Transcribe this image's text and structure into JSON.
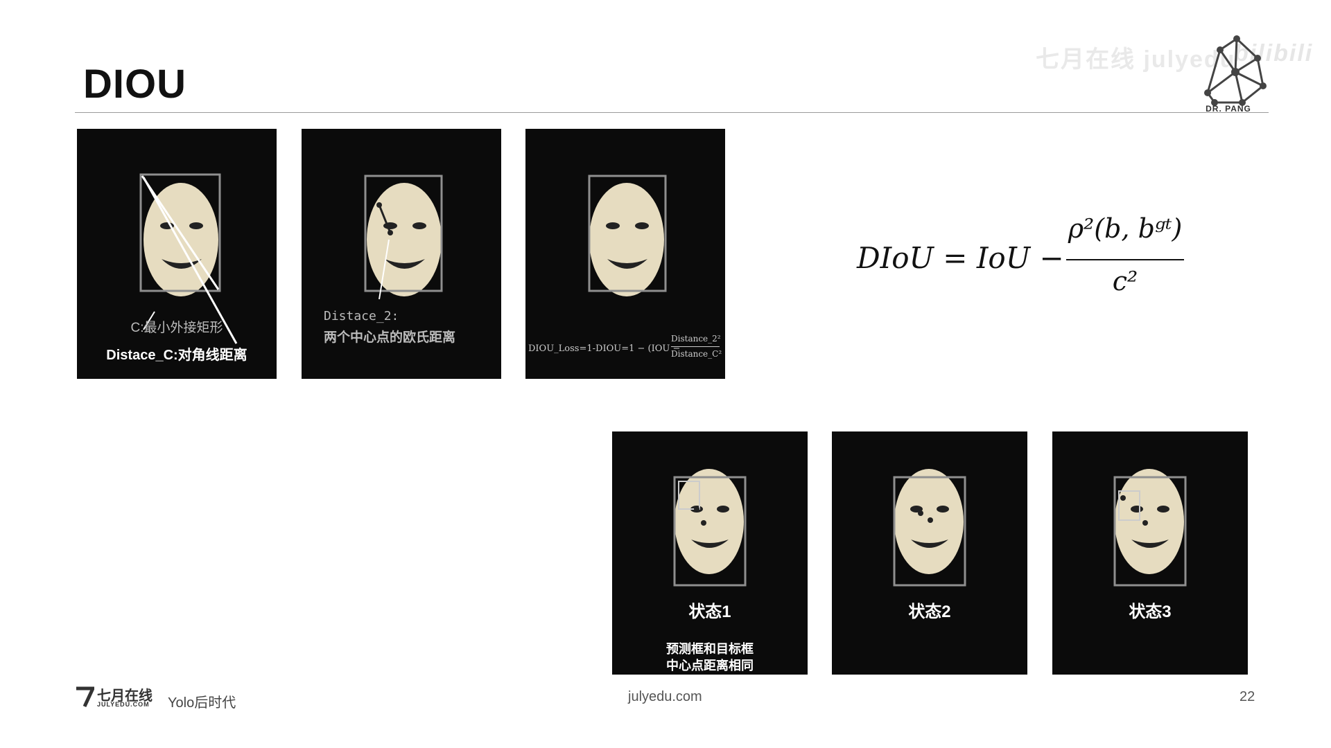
{
  "slide": {
    "title": "DIOU",
    "logo_text": "DR. PANG",
    "watermark_left": "七月在线 julyedu",
    "watermark_right": "bilibili"
  },
  "panels_top": [
    {
      "caption1": "C:最小外接矩形",
      "caption2": "Distace_C:对角线距离"
    },
    {
      "caption1": "Distace_2:",
      "caption2": "两个中心点的欧氏距离"
    },
    {
      "caption1": "DIOU_Loss=1-DIOU=1 − (IOU −",
      "num": "Distance_2²",
      "den": "Distance_C²"
    }
  ],
  "panels_bottom": [
    {
      "state": "状态1",
      "note1": "预测框和目标框",
      "note2": "中心点距离相同"
    },
    {
      "state": "状态2"
    },
    {
      "state": "状态3"
    }
  ],
  "formula": {
    "lhs": "DIoU = IoU −",
    "numerator": "ρ²(b, bᵍᵗ)",
    "denominator": "c²"
  },
  "footer": {
    "brand": "七月在线",
    "brand_sub": "JULYEDU.COM",
    "course": "Yolo后时代",
    "site": "julyedu.com",
    "page": "22"
  },
  "colors": {
    "panel_bg": "#0b0b0b",
    "face": "#e6dcc0",
    "box": "#8f8f8f",
    "accent": "#ffffff"
  }
}
